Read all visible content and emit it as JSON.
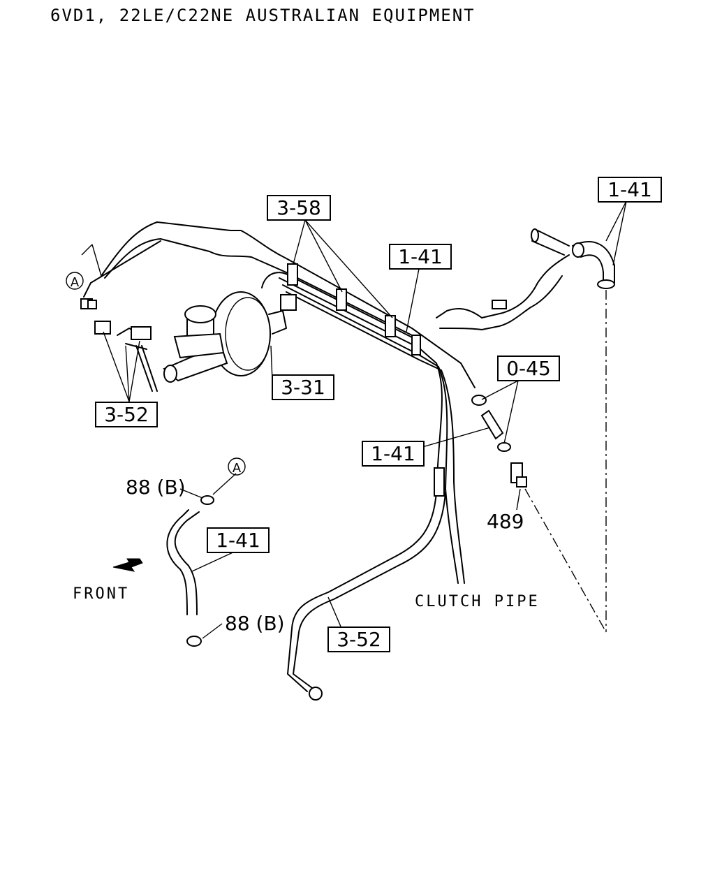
{
  "title": "6VD1, 22LE/C22NE AUSTRALIAN EQUIPMENT",
  "labels": {
    "p358": "3-58",
    "p141_top_right": "1-41",
    "p141_mid": "1-41",
    "p045": "0-45",
    "p331": "3-31",
    "p352_left": "3-52",
    "p141_lower": "1-41",
    "p141_hose": "1-41",
    "p352_bottom": "3-52",
    "p88b_top": "88 (B)",
    "p88b_bottom": "88 (B)",
    "p489": "489",
    "clutch_pipe": "CLUTCH PIPE",
    "front": "FRONT",
    "ref_a": "A"
  }
}
